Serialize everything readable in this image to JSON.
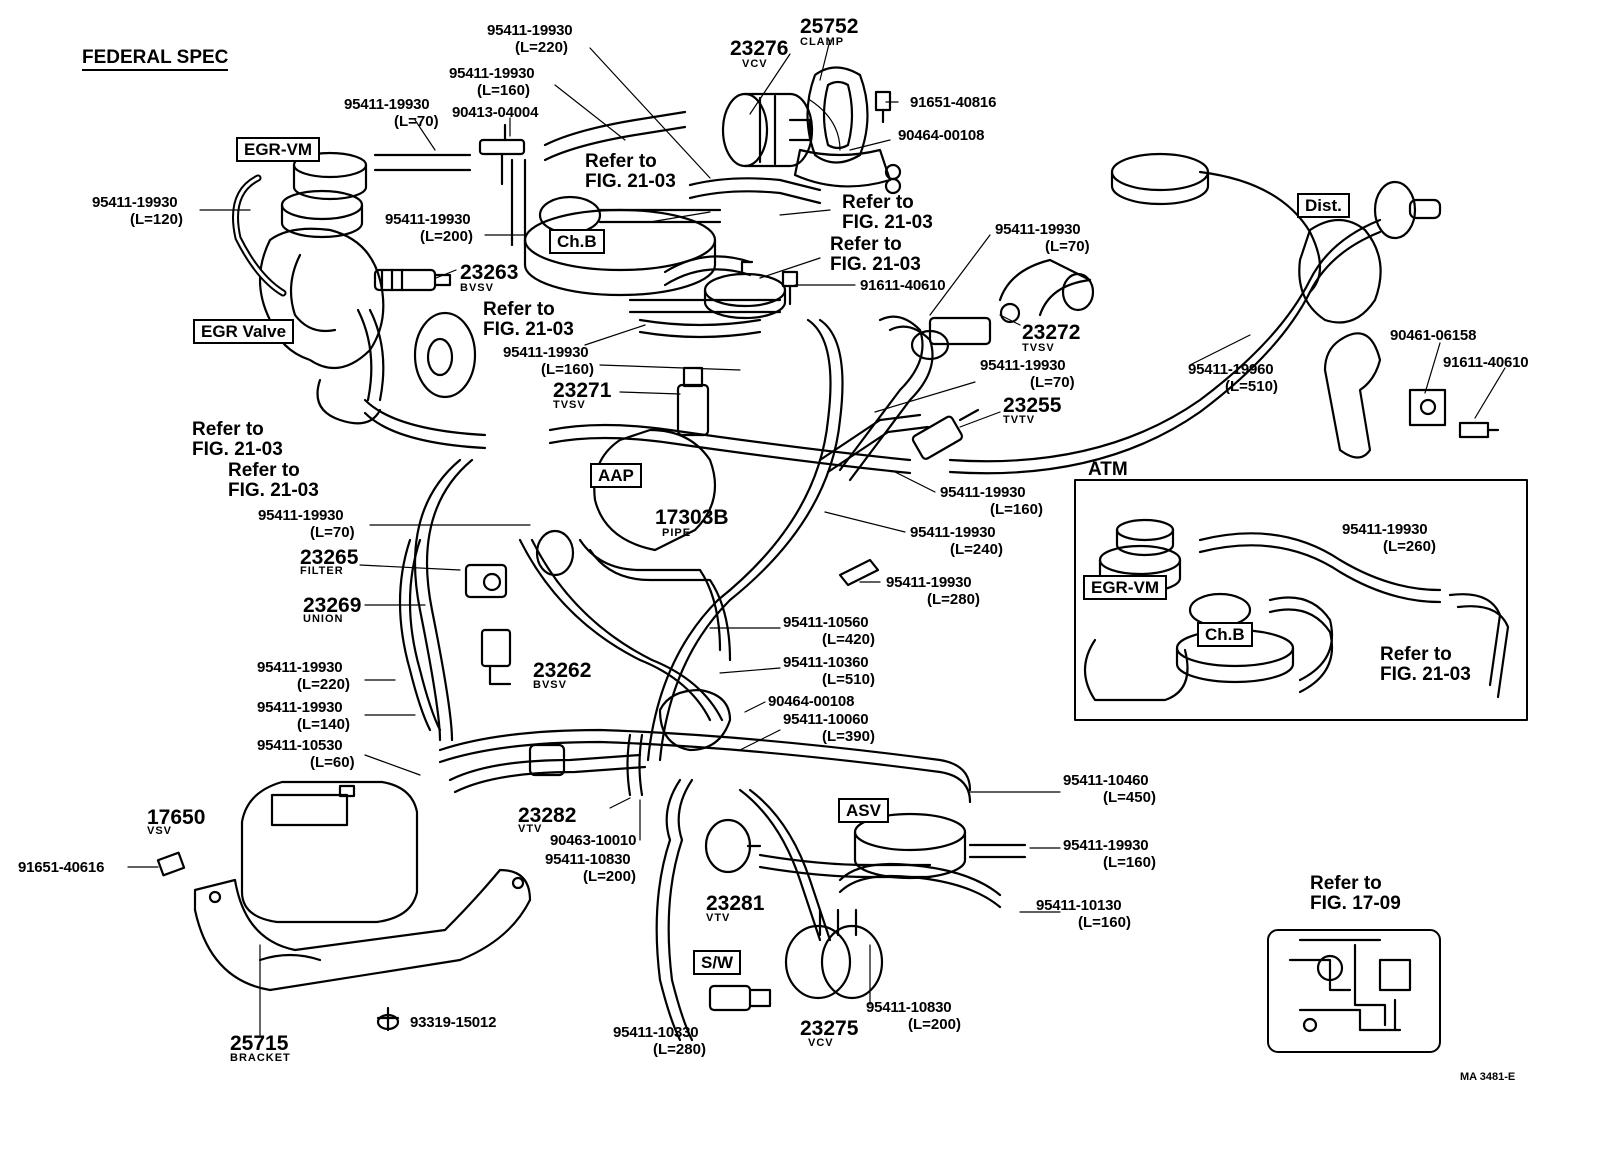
{
  "header": {
    "title": "FEDERAL SPEC"
  },
  "inset_title": "ATM",
  "drawing_code": "MA 3481-E",
  "boxed_labels": {
    "egr_vm": "EGR-VM",
    "egr_valve": "EGR Valve",
    "ch_b": "Ch.B",
    "aap": "AAP",
    "dist": "Dist.",
    "asv": "ASV",
    "sw": "S/W",
    "atm_egr_vm": "EGR-VM",
    "atm_ch_b": "Ch.B"
  },
  "refs": {
    "fig2103": "Refer to",
    "fig2103_b": "FIG. 21-03",
    "fig1709_a": "Refer to",
    "fig1709_b": "FIG. 17-09"
  },
  "parts": {
    "p25752": "25752",
    "p25752_sub": "CLAMP",
    "p23276": "23276",
    "p23276_sub": "VCV",
    "p91651_40816": "91651-40816",
    "p90464_00108_a": "90464-00108",
    "p95411_19930_220a": "95411-19930",
    "l220a": "(L=220)",
    "p95411_19930_160a": "95411-19930",
    "l160a": "(L=160)",
    "p95411_19930_70a": "95411-19930",
    "l70a": "(L=70)",
    "p90413_04004": "90413-04004",
    "p95411_19930_120": "95411-19930",
    "l120": "(L=120)",
    "p95411_19930_200a": "95411-19930",
    "l200a": "(L=200)",
    "p23263": "23263",
    "p23263_sub": "BVSV",
    "p91611_40610_a": "91611-40610",
    "p95411_19930_70b": "95411-19930",
    "l70b": "(L=70)",
    "p23272": "23272",
    "p23272_sub": "TVSV",
    "p95411_19930_160b": "95411-19930",
    "l160b": "(L=160)",
    "p23271": "23271",
    "p23271_sub": "TVSV",
    "p95411_19930_70c": "95411-19930",
    "l70c": "(L=70)",
    "p23255": "23255",
    "p23255_sub": "TVTV",
    "p95411_19960": "95411-19960",
    "l510a": "(L=510)",
    "p90461_06158": "90461-06158",
    "p91611_40610_b": "91611-40610",
    "p95411_19930_160c": "95411-19930",
    "l160c": "(L=160)",
    "p95411_19930_240": "95411-19930",
    "l240": "(L=240)",
    "p95411_19930_280": "95411-19930",
    "l280a": "(L=280)",
    "p95411_19930_70d": "95411-19930",
    "l70d": "(L=70)",
    "p17303B": "17303B",
    "p17303B_sub": "PIPE",
    "p23265": "23265",
    "p23265_sub": "FILTER",
    "p23269": "23269",
    "p23269_sub": "UNION",
    "p95411_10560": "95411-10560",
    "l420": "(L=420)",
    "p95411_10360": "95411-10360",
    "l510b": "(L=510)",
    "p95411_19930_220b": "95411-19930",
    "l220b": "(L=220)",
    "p23262": "23262",
    "p23262_sub": "BVSV",
    "p90464_00108_b": "90464-00108",
    "p95411_19930_140": "95411-19930",
    "l140": "(L=140)",
    "p95411_10060": "95411-10060",
    "l390": "(L=390)",
    "p95411_10530": "95411-10530",
    "l60": "(L=60)",
    "p95411_10460": "95411-10460",
    "l450": "(L=450)",
    "p17650": "17650",
    "p17650_sub": "VSV",
    "p23282": "23282",
    "p23282_sub": "VTV",
    "p90463_10010": "90463-10010",
    "p95411_10830_a": "95411-10830",
    "l200b": "(L=200)",
    "p95411_19930_160d": "95411-19930",
    "l160d": "(L=160)",
    "p91651_40616": "91651-40616",
    "p23281": "23281",
    "p23281_sub": "VTV",
    "p95411_10130": "95411-10130",
    "l160e": "(L=160)",
    "p95411_10830_b": "95411-10830",
    "l200c": "(L=200)",
    "p95411_10330": "95411-10330",
    "l280b": "(L=280)",
    "p23275": "23275",
    "p23275_sub": "VCV",
    "p25715": "25715",
    "p25715_sub": "BRACKET",
    "p93319_15012": "93319-15012",
    "atm_p95411_19930": "95411-19930",
    "atm_l260": "(L=260)"
  }
}
